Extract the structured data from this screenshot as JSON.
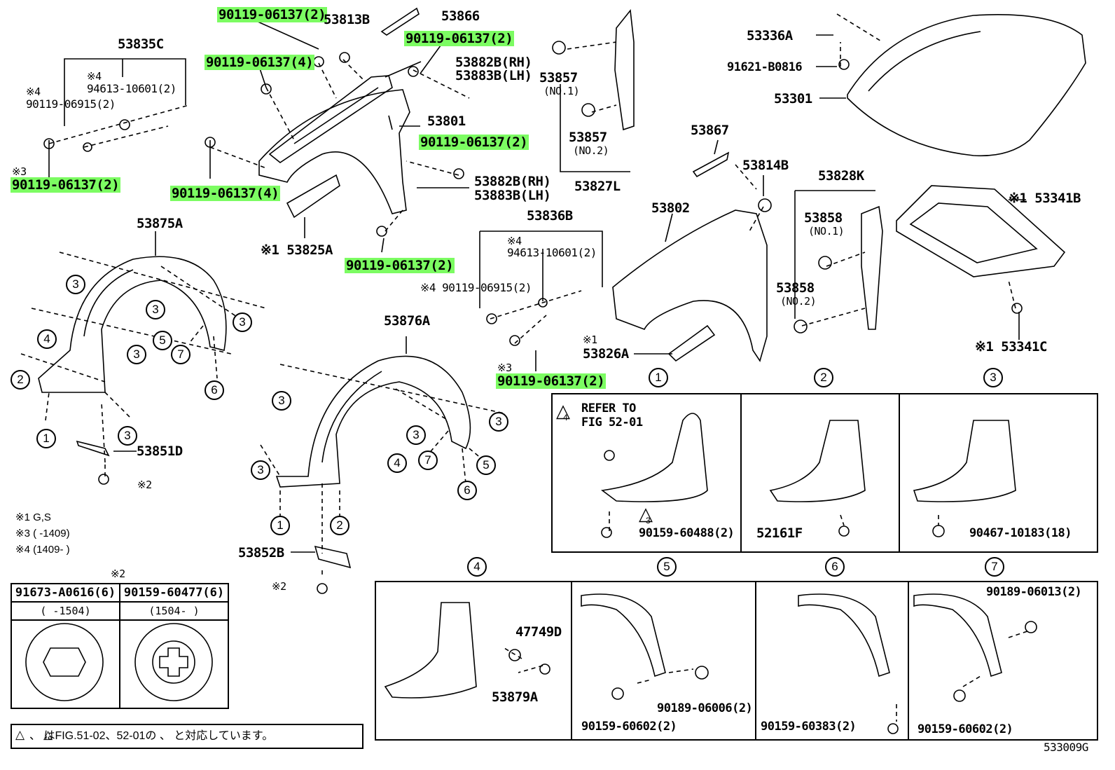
{
  "labels": {
    "p90119_06137_2_a": "90119-06137(2)",
    "p53813B": "53813B",
    "p53866": "53866",
    "p90119_06137_2_b": "90119-06137(2)",
    "p53835C": "53835C",
    "p90119_06137_4_a": "90119-06137(4)",
    "p53882B_RH": "53882B(RH)",
    "p53883B_LH": "53883B(LH)",
    "mark4_a": "※4",
    "p94613_a": "94613-10601(2)",
    "mark4_b": "※4",
    "p90119_06915_a": "90119-06915(2)",
    "p53801": "53801",
    "mark3_a": "※3",
    "p90119_06137_2_c": "90119-06137(2)",
    "p90119_06137_4_b": "90119-06137(4)",
    "p90119_06137_2_d": "90119-06137(2)",
    "p53882B_RH_2": "53882B(RH)",
    "p53883B_LH_2": "53883B(LH)",
    "p53857_1": "53857",
    "no1_a": "(NO.1)",
    "p53857_2": "53857",
    "no2_a": "(NO.2)",
    "p53827L": "53827L",
    "p53336A": "53336A",
    "p91621": "91621-B0816",
    "p53301": "53301",
    "p53867": "53867",
    "p53814B": "53814B",
    "p53828K": "53828K",
    "p53341B": "※1 53341B",
    "p53802": "53802",
    "p53858_1": "53858",
    "no1_b": "(NO.1)",
    "p53858_2": "53858",
    "no2_b": "(NO.2)",
    "p53341C": "※1 53341C",
    "p53875A": "53875A",
    "p53825A": "※1 53825A",
    "p90119_06137_2_e": "90119-06137(2)",
    "p53836B": "53836B",
    "mark4_c": "※4",
    "p94613_b": "94613-10601(2)",
    "p90119_06915_b": "※4 90119-06915(2)",
    "mark1_a": "※1",
    "p53826A": "53826A",
    "mark3_b": "※3",
    "p90119_06137_2_f": "90119-06137(2)",
    "p53876A": "53876A",
    "p53851D": "53851D",
    "mark2_a": "※2",
    "p53852B": "53852B",
    "mark2_b": "※2",
    "mark2_c": "※2",
    "refer": "REFER TO",
    "fig": "FIG 52-01",
    "p90159_60488": "90159-60488(2)",
    "p52161F": "52161F",
    "p90467": "90467-10183(18)",
    "p47749D": "47749D",
    "p53879A": "53879A",
    "p90189_06006": "90189-06006(2)",
    "p90159_60602_a": "90159-60602(2)",
    "p90159_60383": "90159-60383(2)",
    "p90189_06013": "90189-06013(2)",
    "p90159_60602_b": "90159-60602(2)",
    "code": "533009G"
  },
  "notes": {
    "n1": "※1 G,S",
    "n3": "※3 (      -1409)",
    "n4": "※4 (1409-      )",
    "bottom": "、 はFIG.51-02、52-01の 、 と対応しています。"
  },
  "circles": {
    "c1": "1",
    "c2": "2",
    "c3": "3",
    "c4": "4",
    "c5": "5",
    "c6": "6",
    "c7": "7",
    "tri3": "3",
    "tri4": "4"
  },
  "fastener_table": {
    "col1_part": "91673-A0616(6)",
    "col1_range": "(      -1504)",
    "col2_part": "90159-60477(6)",
    "col2_range": "(1504-      )"
  },
  "colors": {
    "highlight": "#7CFC62",
    "ink": "#000000"
  }
}
